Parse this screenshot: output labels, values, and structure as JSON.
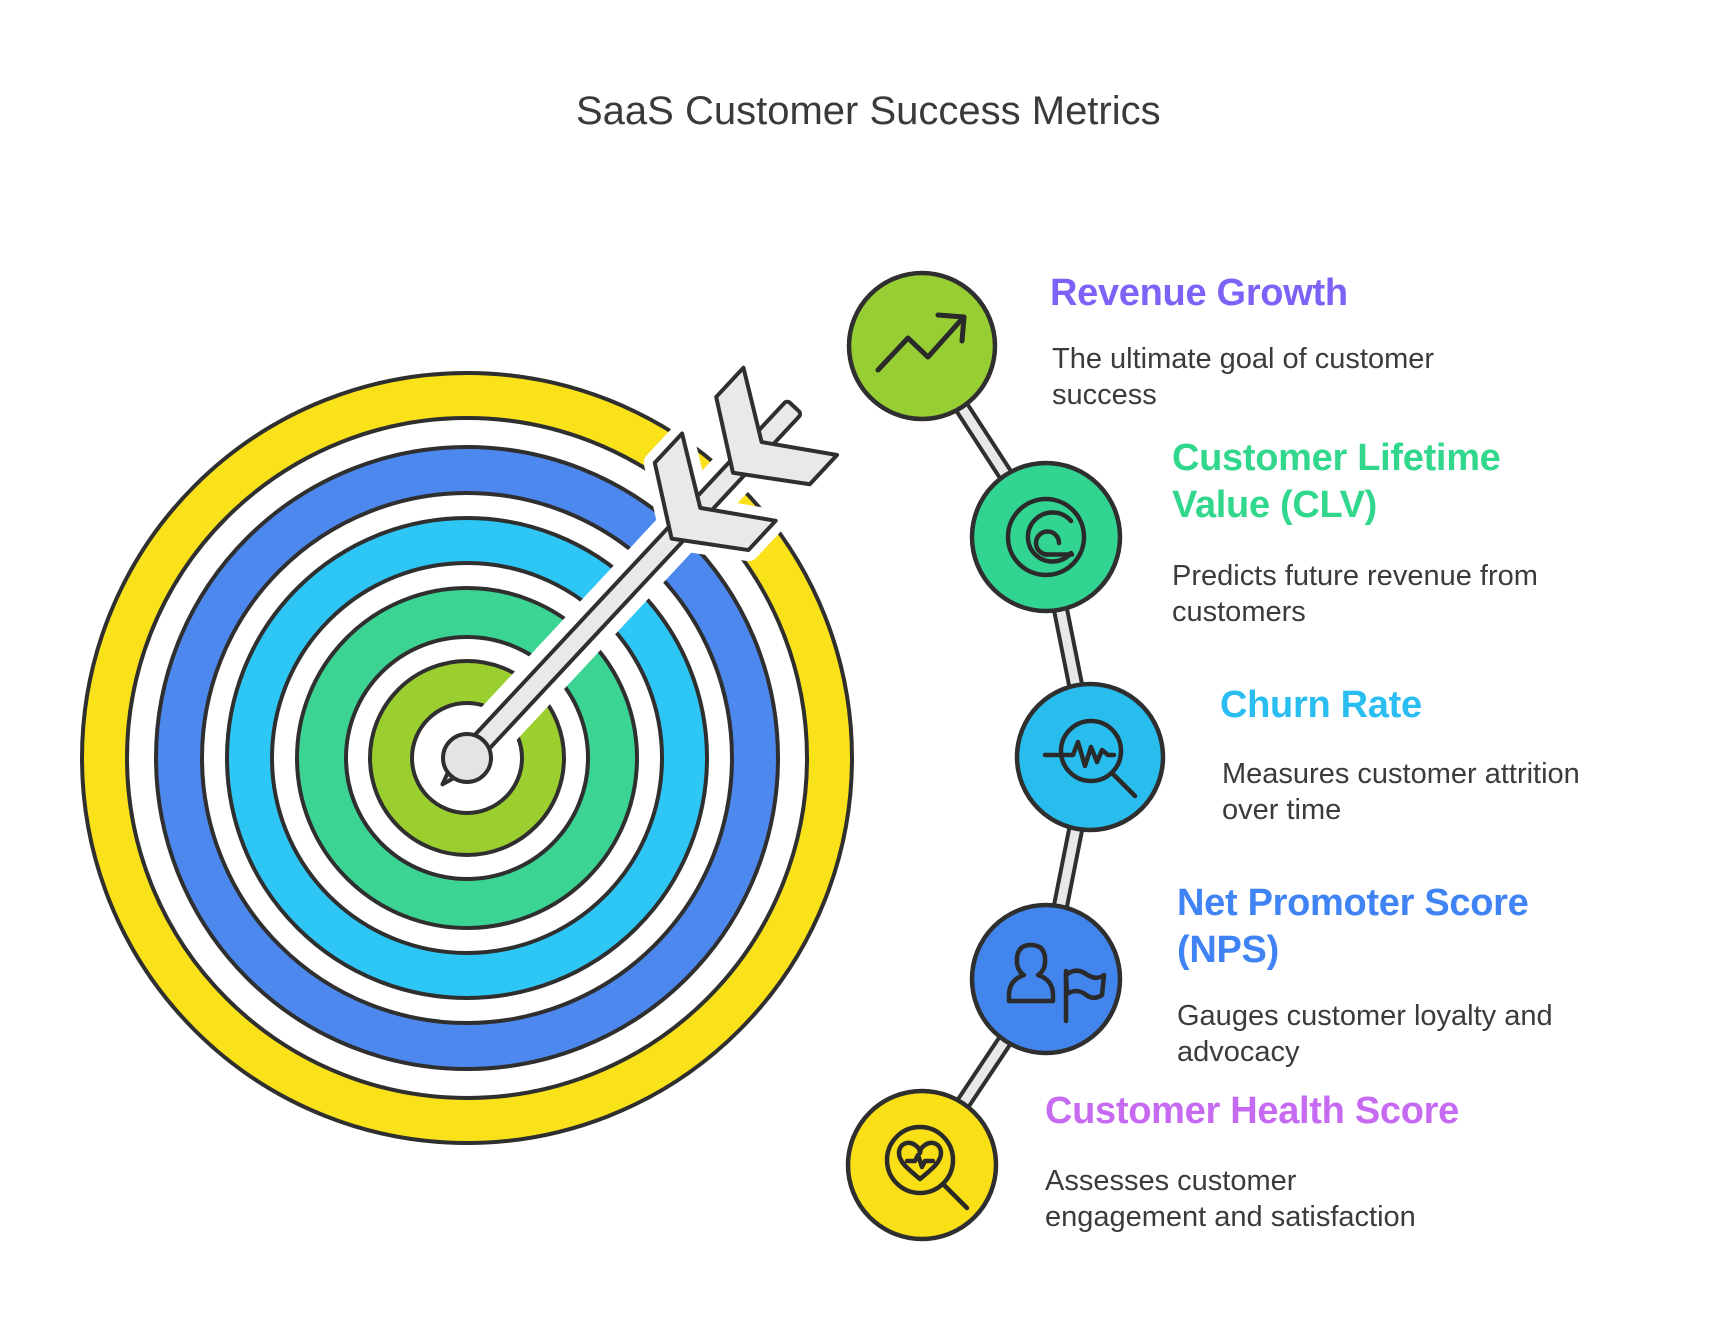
{
  "title": "SaaS Customer Success Metrics",
  "outline_color": "#2f2f2f",
  "connector": {
    "outline": "#2f2f2f",
    "fill": "#e8e8e8"
  },
  "target": {
    "ring_colors": [
      "#F9E21A",
      "#FFFFFF",
      "#4D88EE",
      "#FFFFFF",
      "#2EC6F4",
      "#FFFFFF",
      "#3BD492",
      "#FFFFFF",
      "#9BCE2F",
      "#FFFFFF"
    ],
    "center_color": "#E4E4E4",
    "arrow_color": "#E9E9E9"
  },
  "metrics": [
    {
      "name": "Revenue Growth",
      "description": "The ultimate goal of customer\nsuccess",
      "heading_color": "#7E61F7",
      "circle_color": "#96CE34",
      "icon": "trend-up-arrow-icon"
    },
    {
      "name": "Customer Lifetime\nValue (CLV)",
      "description": "Predicts future revenue from\ncustomers",
      "heading_color": "#31D78C",
      "circle_color": "#32D491",
      "icon": "spiral-target-icon"
    },
    {
      "name": "Churn Rate",
      "description": "Measures customer attrition\nover time",
      "heading_color": "#29BDF2",
      "circle_color": "#29BDEE",
      "icon": "magnifier-wave-icon"
    },
    {
      "name": "Net Promoter Score\n(NPS)",
      "description": "Gauges customer loyalty and\nadvocacy",
      "heading_color": "#3F83F4",
      "circle_color": "#4285EC",
      "icon": "person-flag-icon"
    },
    {
      "name": "Customer Health Score",
      "description": "Assesses customer\nengagement and satisfaction",
      "heading_color": "#C76AF2",
      "circle_color": "#F8DF16",
      "icon": "heart-magnifier-icon"
    }
  ]
}
